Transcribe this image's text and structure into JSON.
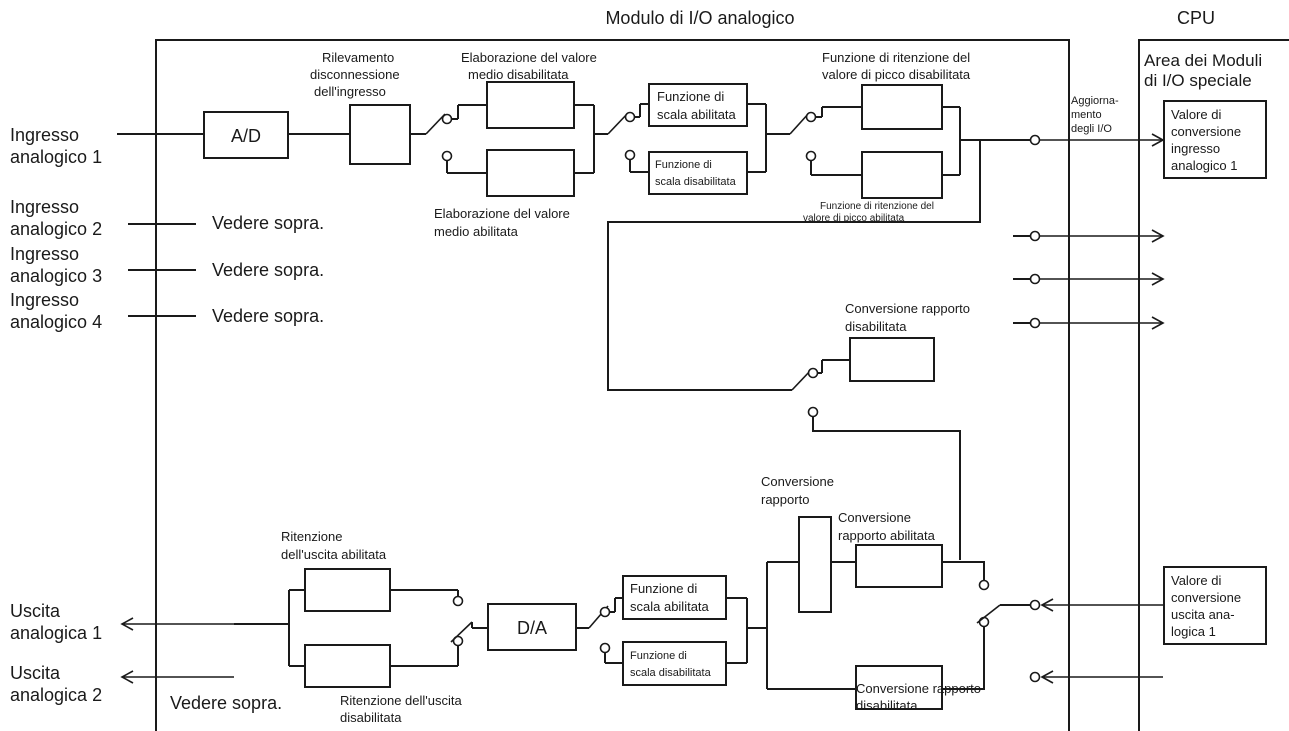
{
  "headers": {
    "module": "Modulo di I/O analogico",
    "cpu": "CPU"
  },
  "cpu_area": {
    "title_1": "Area dei Moduli",
    "title_2": "di I/O speciale",
    "update_1": "Aggiorna-",
    "update_2": "mento",
    "update_3": "degli I/O",
    "input_value": [
      "Valore di",
      "conversione",
      "ingresso",
      "analogico 1"
    ],
    "output_value": [
      "Valore di",
      "conversione",
      "uscita ana-",
      "logica 1"
    ]
  },
  "inputs": {
    "in1": [
      "Ingresso",
      "analogico 1"
    ],
    "in2": [
      "Ingresso",
      "analogico 2"
    ],
    "in3": [
      "Ingresso",
      "analogico 3"
    ],
    "in4": [
      "Ingresso",
      "analogico 4"
    ],
    "see_above": "Vedere sopra."
  },
  "outputs": {
    "out1": [
      "Uscita",
      "analogica 1"
    ],
    "out2": [
      "Uscita",
      "analogica 2"
    ],
    "see_above": "Vedere sopra."
  },
  "blocks": {
    "ad": "A/D",
    "da": "D/A",
    "disconnect": [
      "Rilevamento",
      "disconnessione",
      "dell'ingresso"
    ],
    "avg_disabled": [
      "Elaborazione del valore",
      "medio disabilitata"
    ],
    "avg_enabled": [
      "Elaborazione del valore",
      "medio abilitata"
    ],
    "scale_enabled": [
      "Funzione di",
      "scala abilitata"
    ],
    "scale_disabled": [
      "Funzione di",
      "scala disabilitata"
    ],
    "peak_disabled": [
      "Funzione di ritenzione del",
      "valore di picco disabilitata"
    ],
    "peak_enabled": [
      "Funzione di ritenzione del",
      "valore di picco abilitata"
    ],
    "ratio_disabled_top": [
      "Conversione rapporto",
      "disabilitata"
    ],
    "ratio_title": [
      "Conversione",
      "rapporto"
    ],
    "ratio_enabled": [
      "Conversione",
      "rapporto abilitata"
    ],
    "ratio_disabled_bottom": [
      "Conversione rapporto",
      "disabilitata"
    ],
    "hold_enabled": [
      "Ritenzione",
      "dell'uscita abilitata"
    ],
    "hold_disabled": [
      "Ritenzione dell'uscita",
      "disabilitata"
    ]
  }
}
